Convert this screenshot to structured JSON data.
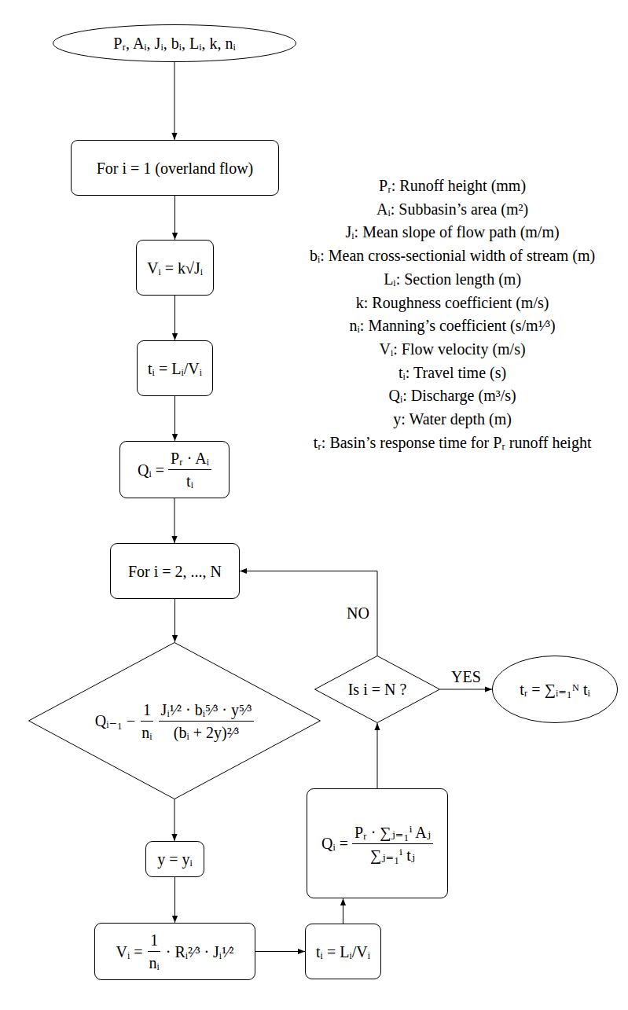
{
  "diagram": {
    "nodes": [
      {
        "text": [
          "Pᵣ, Aᵢ, Jᵢ, bᵢ, Lᵢ, k, nᵢ"
        ]
      },
      {
        "text": [
          "For i = 1 (overland flow)"
        ]
      },
      {
        "text": [
          "Vᵢ = k√Jᵢ"
        ]
      },
      {
        "text": [
          "tᵢ = Lᵢ/Vᵢ"
        ]
      },
      {
        "text": [
          "Qᵢ =",
          "Pᵣ · Aᵢ",
          "tᵢ"
        ]
      },
      {
        "text": [
          "For i = 2, ..., N"
        ]
      },
      {
        "text": [
          "Qᵢ₋₁ −",
          "1",
          "nᵢ",
          "Jᵢ¹⁄² · bᵢ⁵⁄³ · y⁵⁄³",
          "(bᵢ + 2y)²⁄³"
        ]
      },
      {
        "text": [
          "y = yᵢ"
        ]
      },
      {
        "text": [
          "Vᵢ =",
          "1",
          "nᵢ",
          "· Rᵢ²⁄³ · Jᵢ¹⁄²"
        ]
      },
      {
        "text": [
          "tᵢ = Lᵢ/Vᵢ"
        ]
      },
      {
        "text": [
          "Qᵢ =",
          "Pᵣ · ∑ⱼ₌₁ⁱ Aⱼ",
          "∑ⱼ₌₁ⁱ tⱼ"
        ]
      },
      {
        "text": [
          "Is i = N ?"
        ]
      },
      {
        "text": [
          "tᵣ = ∑ᵢ₌₁ᴺ tᵢ"
        ]
      }
    ],
    "edges": [
      {
        "from": 0,
        "to": 1,
        "arrow": "to"
      },
      {
        "from": 1,
        "to": 2,
        "arrow": "to"
      },
      {
        "from": 2,
        "to": 3,
        "arrow": "to"
      },
      {
        "from": 3,
        "to": 4,
        "arrow": "to"
      },
      {
        "from": 4,
        "to": 5,
        "arrow": "to"
      },
      {
        "from": 5,
        "to": 6,
        "arrow": "to"
      },
      {
        "from": 6,
        "to": 7,
        "arrow": "to"
      },
      {
        "from": 7,
        "to": 8,
        "arrow": "to"
      },
      {
        "from": 8,
        "to": 9,
        "arrow": "to"
      },
      {
        "from": 9,
        "to": 10,
        "arrow": "to"
      },
      {
        "from": 10,
        "to": 11,
        "arrow": "to"
      },
      {
        "from": 11,
        "to": 5,
        "label": "NO",
        "arrow": "to"
      },
      {
        "from": 11,
        "to": 12,
        "label": "YES",
        "arrow": "to"
      }
    ],
    "labels": [
      "Pᵣ: Runoff height (mm)",
      "Aᵢ: Subbasin’s area (m²)",
      "Jᵢ: Mean slope of flow path (m/m)",
      "bᵢ: Mean cross-sectionial width of stream (m)",
      "Lᵢ: Section length (m)",
      "k: Roughness coefficient (m/s)",
      "nᵢ: Manning’s coefficient (s/m¹⁄³)",
      "Vᵢ: Flow velocity (m/s)",
      "tᵢ: Travel time (s)",
      "Qᵢ: Discharge (m³/s)",
      "y: Water depth (m)",
      "tᵣ: Basin’s response time for Pᵣ runoff height"
    ]
  }
}
